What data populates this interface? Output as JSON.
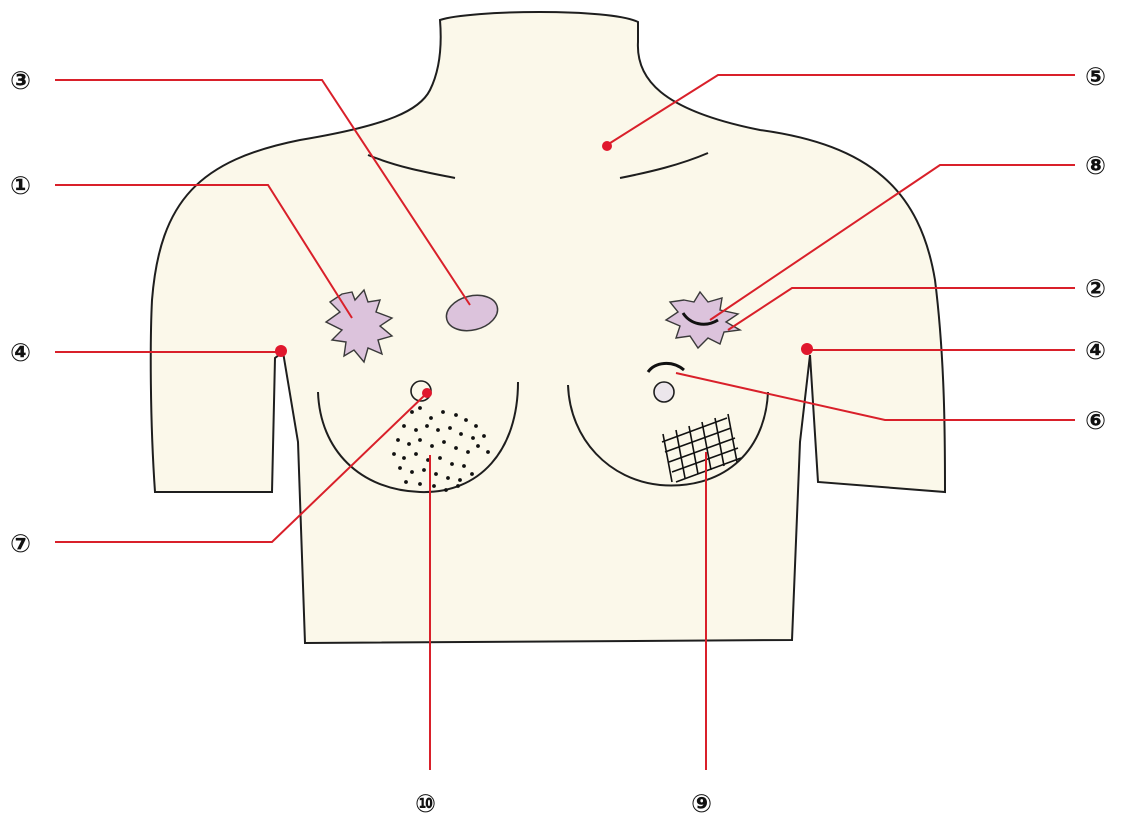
{
  "colors": {
    "skin": "#fbf8ea",
    "outline": "#1e1e1e",
    "leader": "#d9202a",
    "marker": "#e0182d",
    "lesion": "#dcc3dc",
    "lesion_edge": "#3a3a3a"
  },
  "callouts": {
    "c1": "①",
    "c2": "②",
    "c3": "③",
    "c4_left": "④",
    "c4_right": "④",
    "c5": "⑤",
    "c6": "⑥",
    "c7": "⑦",
    "c8": "⑧",
    "c9": "⑨",
    "c10": "⑩"
  }
}
